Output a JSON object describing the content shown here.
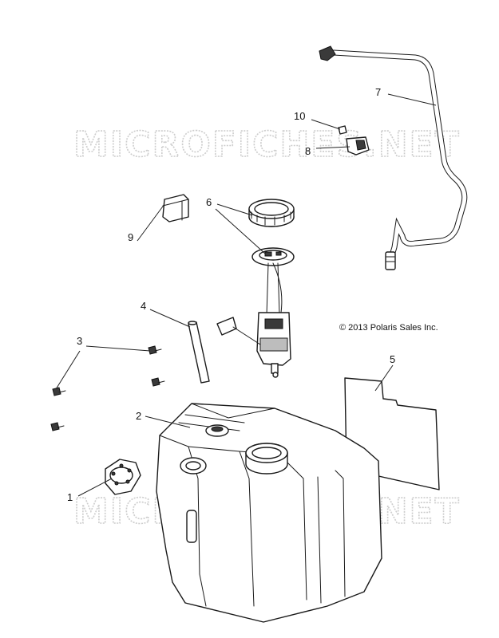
{
  "watermark_text": "MICROFICHES.NET",
  "copyright": "© 2013 Polaris Sales Inc.",
  "callouts": [
    {
      "id": "1",
      "label": "1"
    },
    {
      "id": "2",
      "label": "2"
    },
    {
      "id": "3",
      "label": "3"
    },
    {
      "id": "4",
      "label": "4"
    },
    {
      "id": "5",
      "label": "5"
    },
    {
      "id": "6",
      "label": "6"
    },
    {
      "id": "7",
      "label": "7"
    },
    {
      "id": "8",
      "label": "8"
    },
    {
      "id": "9",
      "label": "9"
    },
    {
      "id": "10",
      "label": "10"
    }
  ]
}
